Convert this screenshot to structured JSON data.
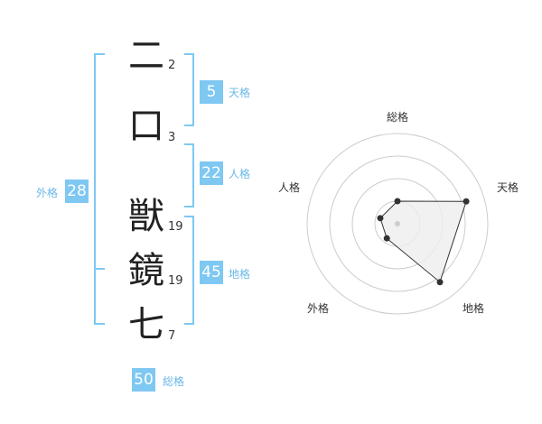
{
  "characters": [
    {
      "glyph": "二",
      "strokes": "2"
    },
    {
      "glyph": "口",
      "strokes": "3"
    },
    {
      "glyph": "獣",
      "strokes": "19"
    },
    {
      "glyph": "鏡",
      "strokes": "19"
    },
    {
      "glyph": "七",
      "strokes": "7"
    }
  ],
  "fortunes": {
    "ten": {
      "value": "5",
      "label": "天格"
    },
    "jin": {
      "value": "22",
      "label": "人格"
    },
    "chi": {
      "value": "45",
      "label": "地格"
    },
    "gai": {
      "value": "28",
      "label": "外格"
    },
    "sou": {
      "value": "50",
      "label": "総格"
    }
  },
  "radar": {
    "axes": [
      "総格",
      "天格",
      "地格",
      "外格",
      "人格"
    ],
    "scores": [
      0.25,
      0.8,
      0.8,
      0.2,
      0.2
    ],
    "colors": {
      "ring": "#cccccc",
      "fill": "#eeeeee",
      "line": "#333333",
      "center": "#cccccc"
    }
  }
}
